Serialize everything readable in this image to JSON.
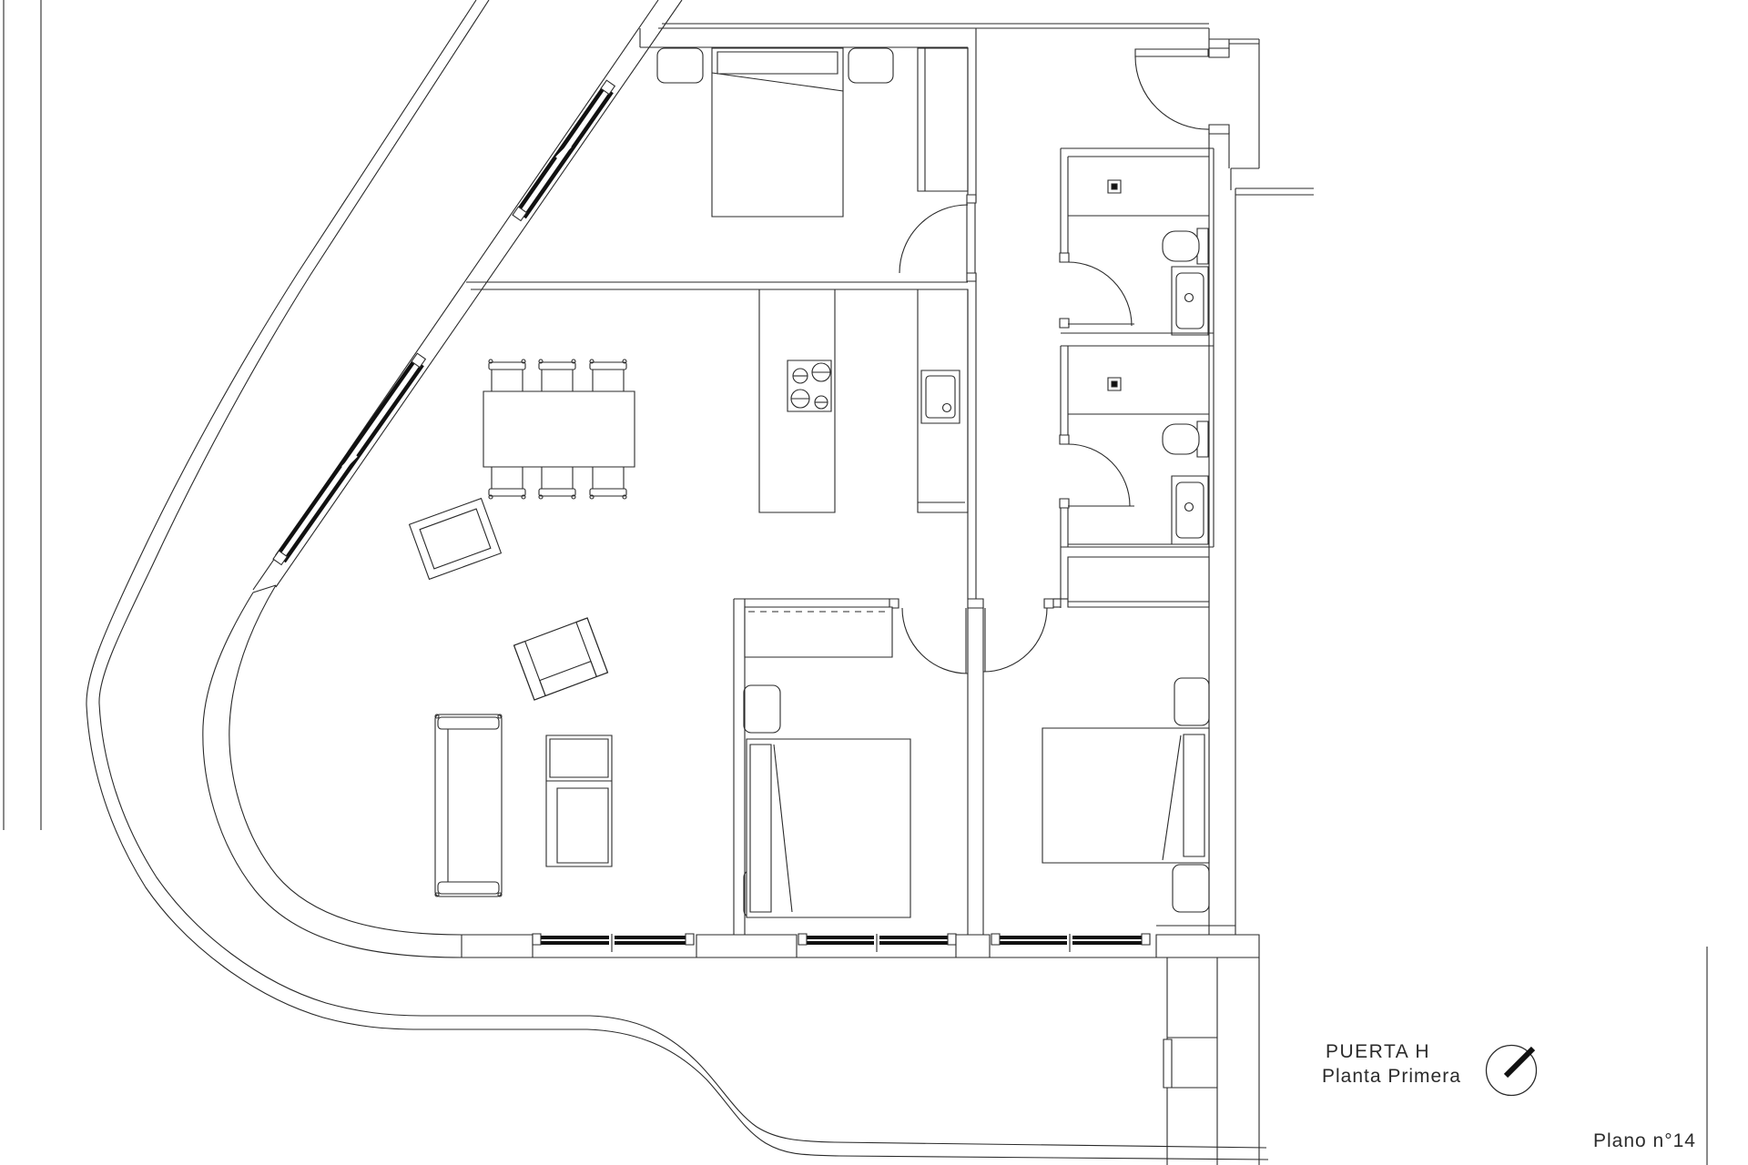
{
  "sheet": {
    "door_label": "PUERTA H",
    "floor_label": "Planta Primera",
    "plan_number": "Plano n°14"
  },
  "compass": {
    "name": "north-arrow",
    "direction": "north-east"
  },
  "colors": {
    "line": "#2a2a2a",
    "window_fill": "#111111",
    "paper": "#ffffff",
    "text": "#2b2b2b"
  }
}
